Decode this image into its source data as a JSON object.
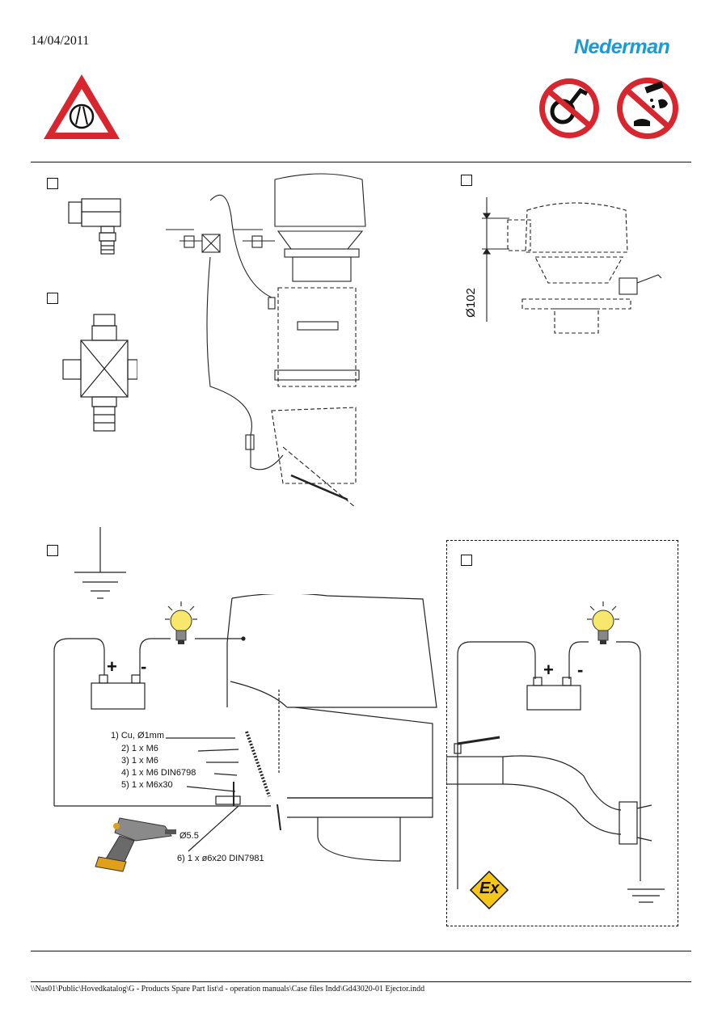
{
  "header": {
    "date": "14/04/2011",
    "brand": "Nederman",
    "brand_color": "#1a9ad6"
  },
  "icons": {
    "warning": "pressure-warning-icon",
    "prohibition_1": "no-hose-bend-icon",
    "prohibition_2": "no-chemicals-icon",
    "prohibition_color": "#d8262f"
  },
  "figure_b": {
    "diameter_label": "Ø102"
  },
  "grounding": {
    "plus": "+",
    "minus": "-",
    "parts": [
      "1) Cu, Ø1mm",
      "2) 1 x M6",
      "3) 1 x M6",
      "4) 1 x M6 DIN6798",
      "5) 1 x M6x30"
    ],
    "drill_label": "Ø5.5",
    "screw_label": "6) 1 x ø6x20 DIN7981"
  },
  "atex": {
    "plus": "+",
    "minus": "-",
    "ex_mark": "Ex"
  },
  "footer": {
    "path": "\\\\Nas01\\Public\\Hovedkatalog\\G - Products Spare Part list\\d - operation manuals\\Case files Indd\\Gd43020-01 Ejector.indd"
  }
}
